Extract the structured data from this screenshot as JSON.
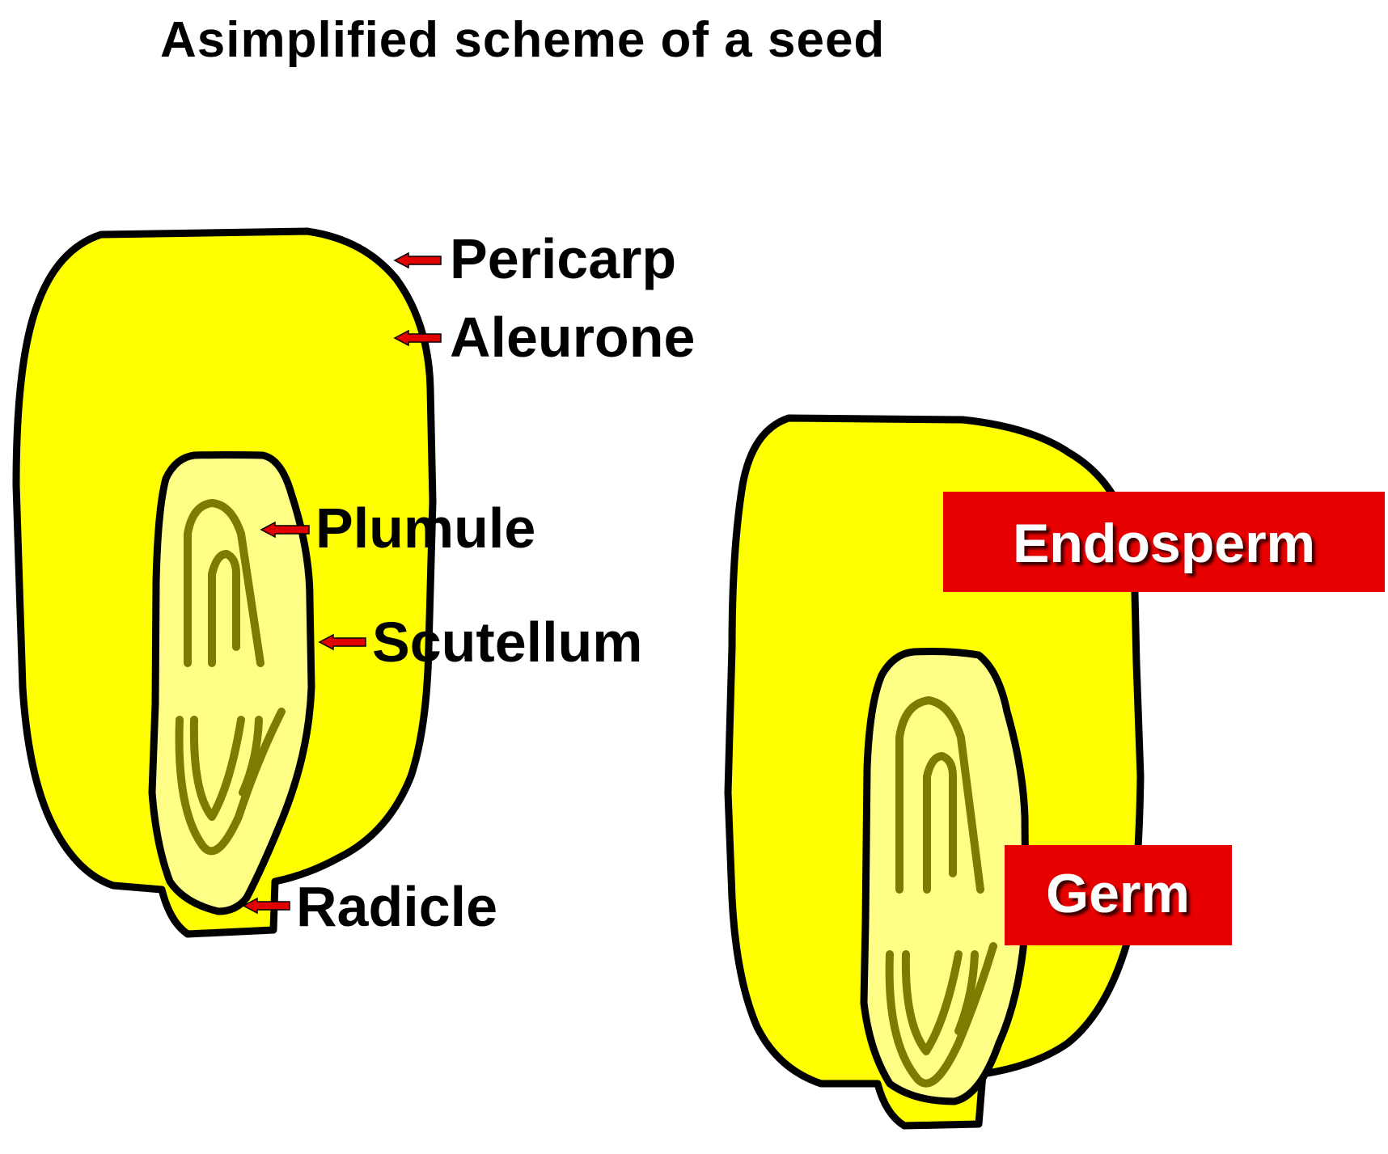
{
  "title": "Asimplified scheme of a seed",
  "labels": {
    "pericarp": "Pericarp",
    "aleurone": "Aleurone",
    "plumule": "Plumule",
    "scutellum": "Scutellum",
    "radicle": "Radicle",
    "endosperm": "Endosperm",
    "germ": "Germ"
  },
  "colors": {
    "seed_fill": "#ffff00",
    "germ_fill": "#ffff88",
    "embryo_line": "#7f7a00",
    "outline": "#000000",
    "arrow": "#e00000",
    "label_box": "#e60000"
  }
}
